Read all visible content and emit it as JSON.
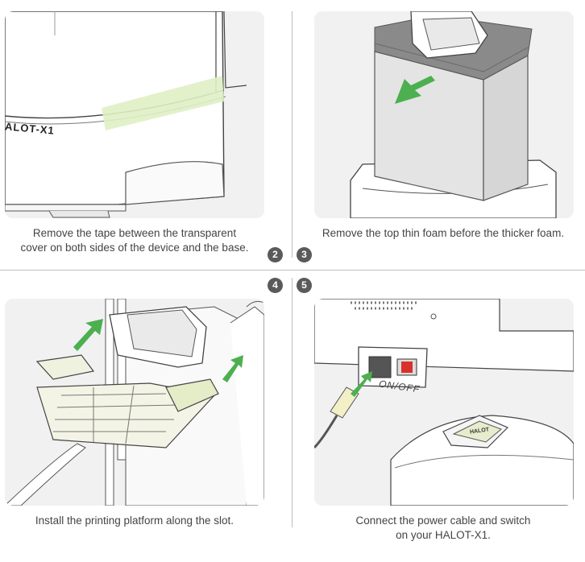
{
  "panels": {
    "p1": {
      "caption_line1": "Remove the tape between the transparent",
      "caption_line2": "cover on both sides of the device and the base.",
      "printer_label": "ALOT-X1"
    },
    "p2": {
      "caption": "Remove the top thin foam before the thicker foam."
    },
    "p3": {
      "caption": "Install the printing platform along the slot."
    },
    "p4": {
      "caption_line1": "Connect the power cable and switch",
      "caption_line2": "on your HALOT-X1.",
      "switch_label": "ON/OFF",
      "logo_text": "HALOT"
    }
  },
  "steps": {
    "s2": "2",
    "s3": "3",
    "s4": "4",
    "s5": "5"
  },
  "colors": {
    "arrow_green": "#4caf50",
    "tape_green": "#dff0c4",
    "step_badge": "#5a5a5a",
    "switch_red": "#d9302c"
  }
}
